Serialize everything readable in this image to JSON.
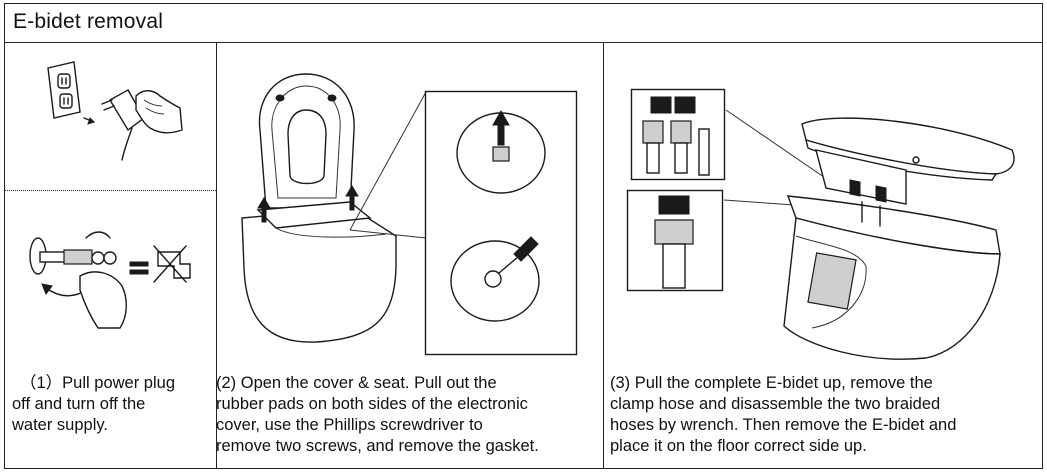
{
  "header": {
    "title": "E-bidet  removal"
  },
  "steps": [
    {
      "lines": [
        "（1）Pull power plug",
        "off and turn off the",
        "water supply."
      ]
    },
    {
      "lines": [
        "(2) Open the cover & seat. Pull out the",
        "rubber pads on both sides of the electronic",
        "cover, use the Phillips screwdriver to",
        "remove two screws, and remove the gasket."
      ]
    },
    {
      "lines": [
        "(3) Pull the complete E-bidet up, remove the",
        "clamp hose and disassemble the two braided",
        "hoses by wrench. Then remove the E-bidet and",
        "place it on the floor correct side up."
      ]
    }
  ],
  "icons": [
    "outlet-icon",
    "plug-icon",
    "hand-icon",
    "water-valve-icon",
    "equals-icon",
    "crossed-faucet-icon",
    "toilet-illustration",
    "screwdriver-icon",
    "wrench-hose-icon"
  ]
}
